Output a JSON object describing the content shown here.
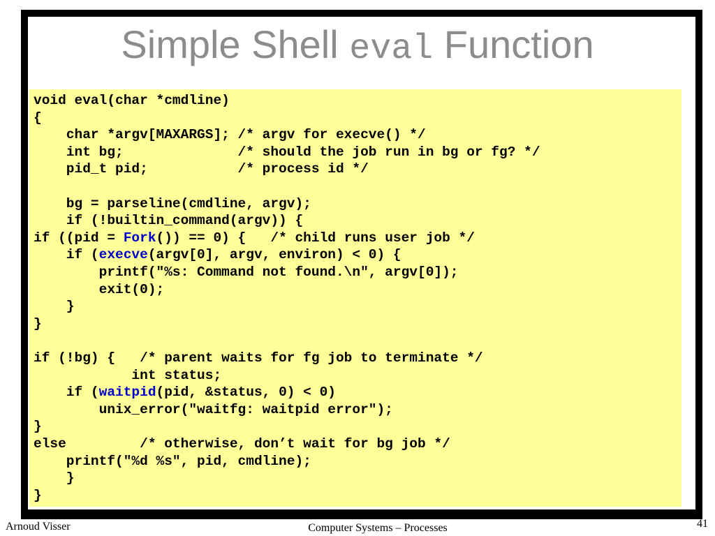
{
  "slide": {
    "title_part1": "Simple Shell ",
    "title_code": "eval",
    "title_part2": " Function"
  },
  "code": {
    "lines": [
      [
        {
          "t": "void eval(char *cmdline)"
        }
      ],
      [
        {
          "t": "{"
        }
      ],
      [
        {
          "t": "    char *argv[MAXARGS]; /* argv for execve() */"
        }
      ],
      [
        {
          "t": "    int bg;              /* should the job run in bg or fg? */"
        }
      ],
      [
        {
          "t": "    pid_t pid;           /* process id */"
        }
      ],
      [
        {
          "t": ""
        }
      ],
      [
        {
          "t": "    bg = parseline(cmdline, argv);"
        }
      ],
      [
        {
          "t": "    if (!builtin_command(argv)) {"
        }
      ],
      [
        {
          "t": "if ((pid = "
        },
        {
          "t": "Fork",
          "kw": true
        },
        {
          "t": "()) == 0) {   /* child runs user job */"
        }
      ],
      [
        {
          "t": "    if ("
        },
        {
          "t": "execve",
          "kw": true
        },
        {
          "t": "(argv[0], argv, environ) < 0) {"
        }
      ],
      [
        {
          "t": "        printf(\"%s: Command not found.\\n\", argv[0]);"
        }
      ],
      [
        {
          "t": "        exit(0);"
        }
      ],
      [
        {
          "t": "    }"
        }
      ],
      [
        {
          "t": "}"
        }
      ],
      [
        {
          "t": ""
        }
      ],
      [
        {
          "t": "if (!bg) {   /* parent waits for fg job to terminate */"
        }
      ],
      [
        {
          "t": "            int status;"
        }
      ],
      [
        {
          "t": "    if ("
        },
        {
          "t": "waitpid",
          "kw": true
        },
        {
          "t": "(pid, &status, 0) < 0)"
        }
      ],
      [
        {
          "t": "        unix_error(\"waitfg: waitpid error\");"
        }
      ],
      [
        {
          "t": "}"
        }
      ],
      [
        {
          "t": "else         /* otherwise, don’t wait for bg job */"
        }
      ],
      [
        {
          "t": "    printf(\"%d %s\", pid, cmdline);"
        }
      ],
      [
        {
          "t": "    }"
        }
      ],
      [
        {
          "t": "}"
        }
      ]
    ],
    "keyword_color": "#0000cc",
    "background_color": "#ffff99"
  },
  "footer": {
    "author": "Arnoud Visser",
    "course": "Computer Systems – Processes",
    "page_number": "41"
  }
}
